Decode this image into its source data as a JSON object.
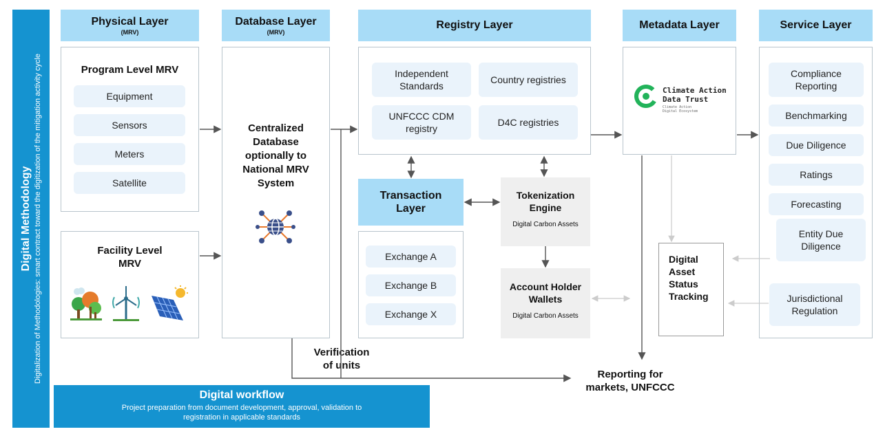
{
  "sidebar": {
    "title": "Digital Methodology",
    "subtitle": "Digitalization of Methodologies: smart contract toward the digitization of the mitigation activity cycle"
  },
  "headers": {
    "physical": "Physical Layer",
    "physical_sub": "(MRV)",
    "database": "Database Layer",
    "database_sub": "(MRV)",
    "registry": "Registry Layer",
    "metadata": "Metadata Layer",
    "service": "Service Layer"
  },
  "program": {
    "title": "Program Level MRV",
    "items": [
      "Equipment",
      "Sensors",
      "Meters",
      "Satellite"
    ]
  },
  "facility": {
    "title_line1": "Facility Level",
    "title_line2": "MRV"
  },
  "database": {
    "line1": "Centralized",
    "line2": "Database",
    "line3": "optionally to",
    "line4": "National MRV",
    "line5": "System"
  },
  "registry": {
    "items": [
      "Independent Standards",
      "Country registries",
      "UNFCCC CDM registry",
      "D4C registries"
    ]
  },
  "metadata": {
    "logo_line1": "Climate Action",
    "logo_line2": "Data Trust",
    "logo_small1": "Climate Action",
    "logo_small2": "Digital Ecosystem"
  },
  "transaction": {
    "line1": "Transaction",
    "line2": "Layer",
    "items": [
      "Exchange A",
      "Exchange B",
      "Exchange X"
    ]
  },
  "tokenization": {
    "line1": "Tokenization",
    "line2": "Engine",
    "sub": "Digital Carbon Assets"
  },
  "wallets": {
    "line1": "Account Holder",
    "line2": "Wallets",
    "sub": "Digital Carbon Assets"
  },
  "service": {
    "items": [
      "Compliance Reporting",
      "Benchmarking",
      "Due Diligence",
      "Ratings",
      "Forecasting",
      "Entity Due Diligence",
      "Jurisdictional Regulation"
    ]
  },
  "tracking": {
    "line1": "Digital",
    "line2": "Asset",
    "line3": "Status",
    "line4": "Tracking"
  },
  "verification": {
    "line1": "Verification",
    "line2": "of units"
  },
  "reporting": {
    "line1": "Reporting for",
    "line2": "markets, UNFCCC"
  },
  "workflow": {
    "title": "Digital workflow",
    "line1": "Project preparation from document development, approval, validation to",
    "line2": "registration in applicable standards"
  },
  "colors": {
    "accent_blue": "#1593d0",
    "header_blue": "#a8dcf7",
    "pill_bg": "#eaf3fb",
    "grey_box": "#efefef",
    "logo_green": "#22b35a"
  }
}
